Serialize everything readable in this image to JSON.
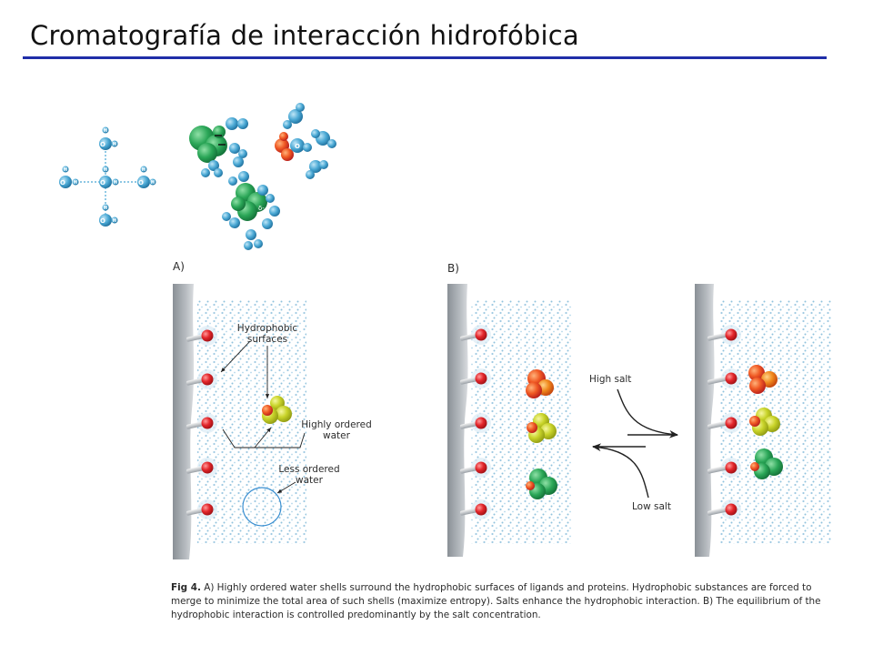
{
  "title": "Cromatografía de interacción hidrofóbica",
  "colors": {
    "title_rule": "#1f2ea8",
    "water_molecule": "#4aa8d4",
    "ligand_red": "#e3262b",
    "protein_green": "#2aa657",
    "protein_yellow": "#c9d42a",
    "protein_orange": "#f08a1e"
  },
  "molecules": {
    "oxygen_label": "O",
    "hydrogen_label": "H",
    "delta_label": "δ-"
  },
  "panel_a": {
    "letter": "A)",
    "labels": {
      "hydrophobic_surfaces": [
        "Hydrophobic",
        "surfaces"
      ],
      "highly_ordered_water": [
        "Highly ordered",
        "water"
      ],
      "less_ordered_water": [
        "Less ordered",
        "water"
      ]
    }
  },
  "panel_b": {
    "letter": "B)",
    "high_salt": "High salt",
    "low_salt": "Low salt"
  },
  "caption": {
    "label": "Fig 4.",
    "text": " A) Highly ordered water shells surround the hydrophobic surfaces of ligands and proteins. Hydrophobic substances are forced to merge to minimize the total area of such shells (maximize entropy). Salts enhance the hydrophobic interaction. B) The equilibrium of the hydrophobic interaction is controlled predominantly by the salt concentration."
  }
}
